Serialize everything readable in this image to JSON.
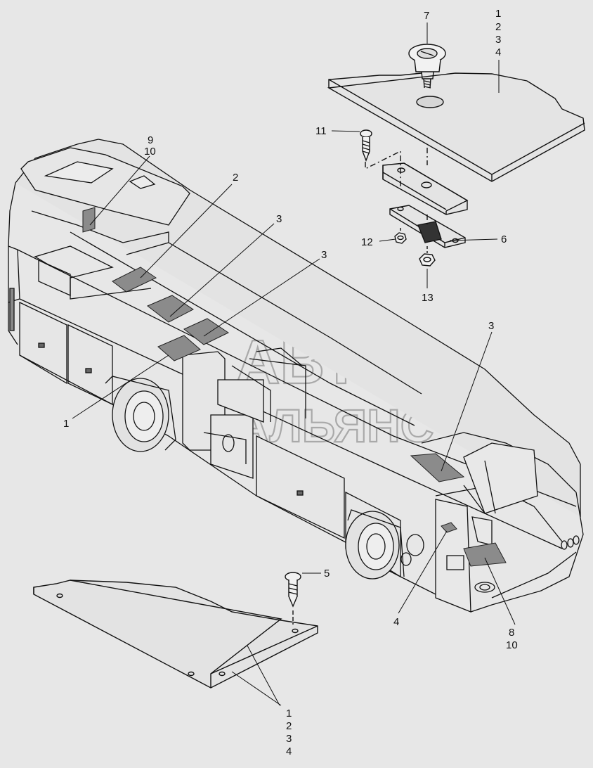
{
  "watermark": {
    "line1": "АВТО",
    "line2": "АЛЬЯНС"
  },
  "callouts": {
    "top_right_1": "1",
    "top_right_2": "2",
    "top_right_3": "3",
    "top_right_4": "4",
    "c7": "7",
    "c11": "11",
    "c12": "12",
    "c6": "6",
    "c13": "13",
    "c9": "9",
    "c10a": "10",
    "c2": "2",
    "c3a": "3",
    "c3b": "3",
    "c3c": "3",
    "c1": "1",
    "c4": "4",
    "c5": "5",
    "c8": "8",
    "c10b": "10",
    "bottom_1": "1",
    "bottom_2": "2",
    "bottom_3": "3",
    "bottom_4": "4"
  }
}
